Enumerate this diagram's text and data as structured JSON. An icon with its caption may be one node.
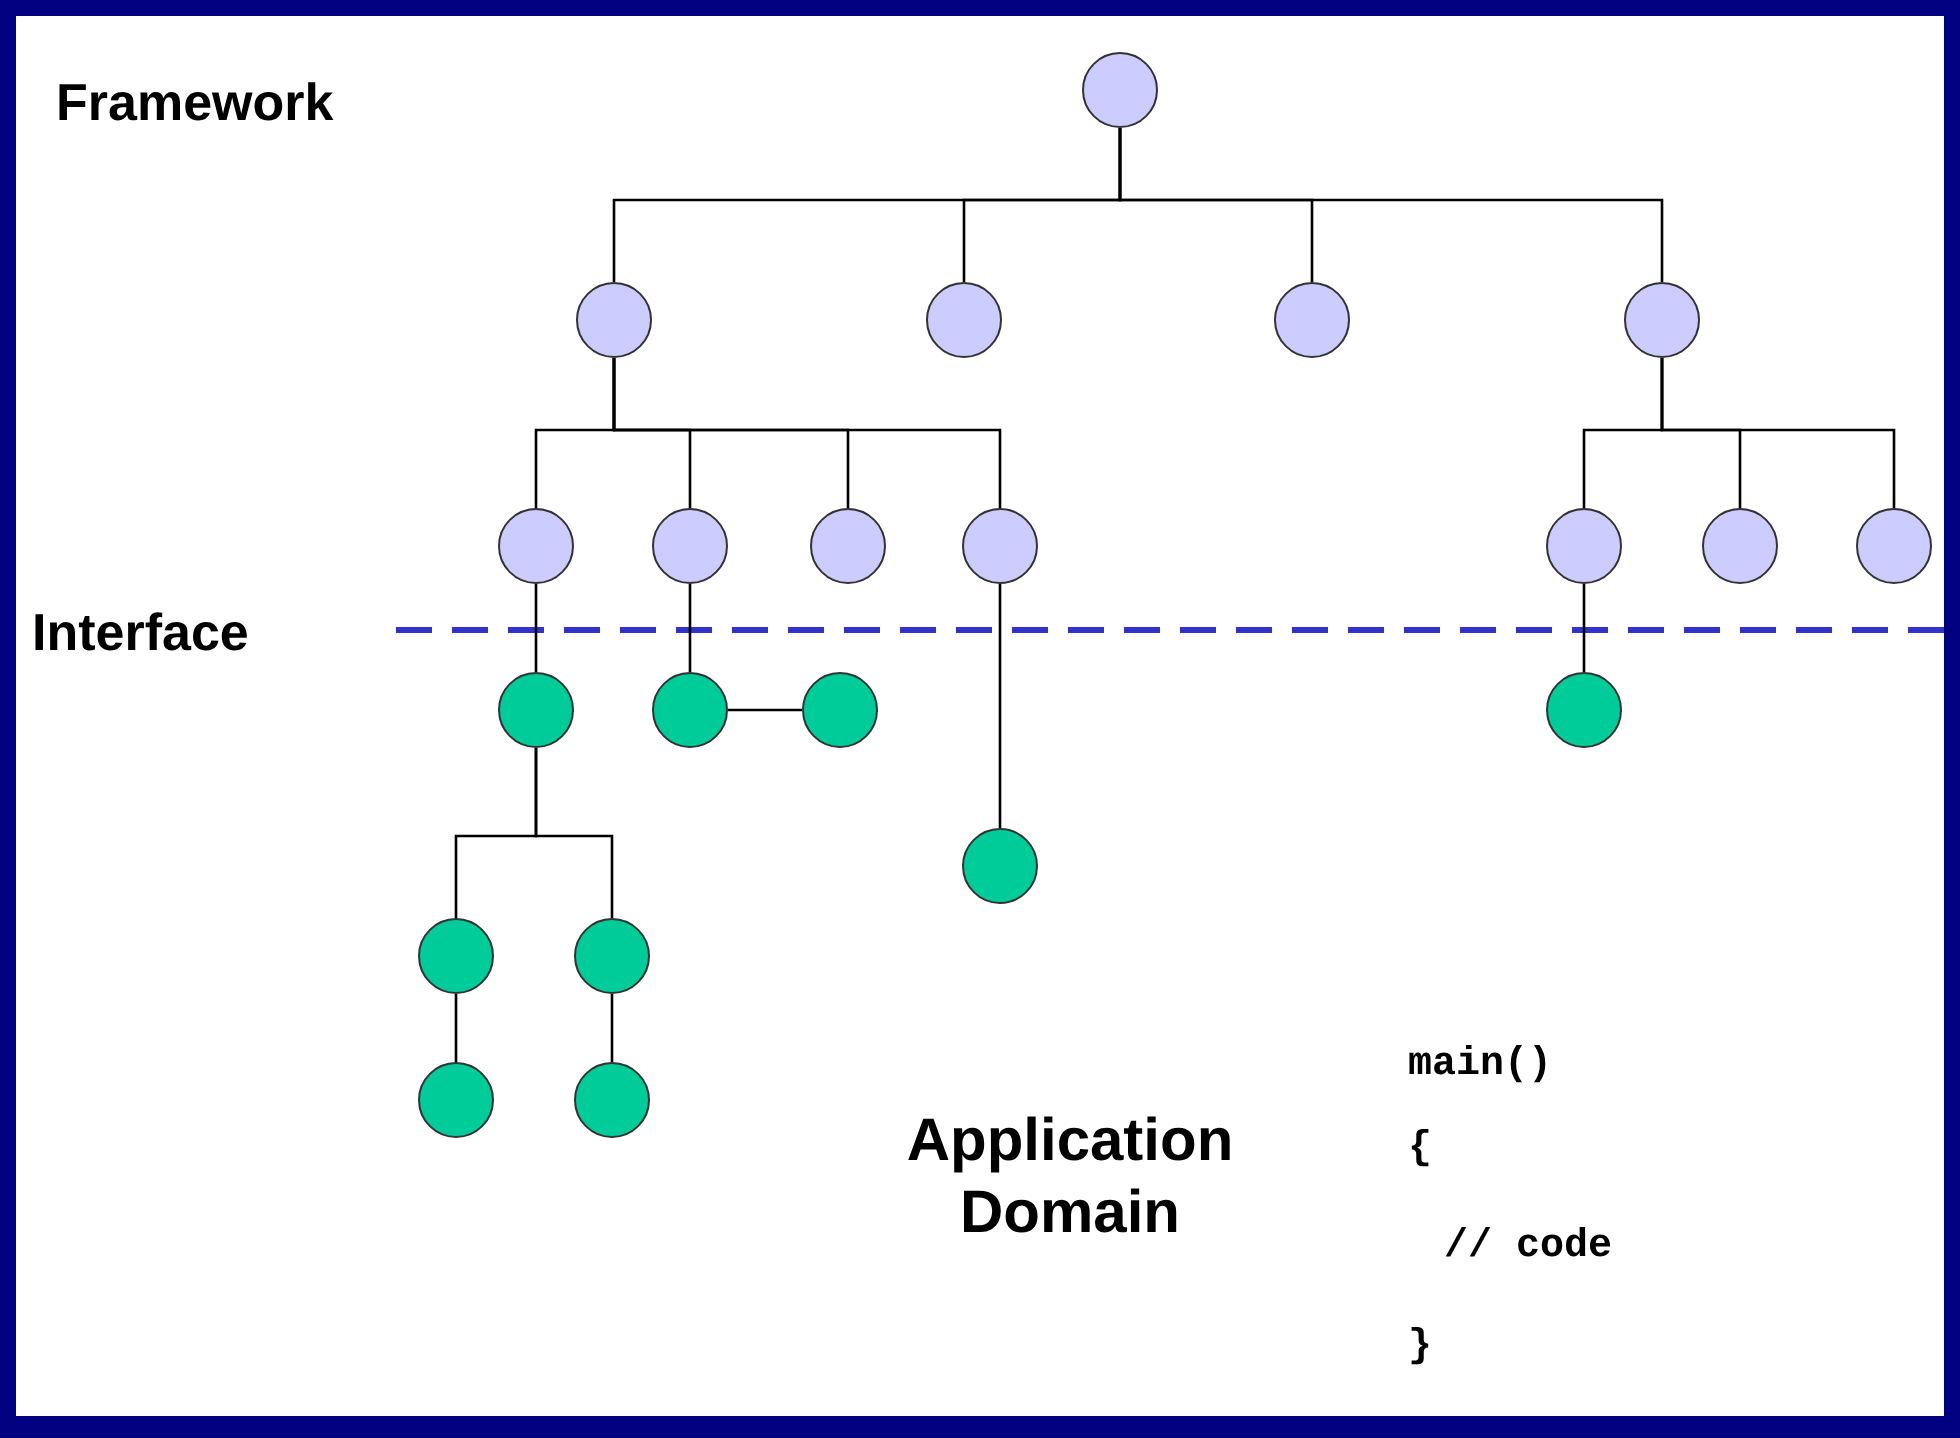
{
  "diagram": {
    "nodes": [
      {
        "text": [],
        "shape": "circle"
      },
      {
        "text": [],
        "shape": "circle"
      },
      {
        "text": [],
        "shape": "circle"
      },
      {
        "text": [],
        "shape": "circle"
      },
      {
        "text": [],
        "shape": "circle"
      },
      {
        "text": [],
        "shape": "circle"
      },
      {
        "text": [],
        "shape": "circle"
      },
      {
        "text": [],
        "shape": "circle"
      },
      {
        "text": [],
        "shape": "circle"
      },
      {
        "text": [],
        "shape": "circle"
      },
      {
        "text": [],
        "shape": "circle"
      },
      {
        "text": [],
        "shape": "circle"
      },
      {
        "text": [],
        "shape": "circle"
      },
      {
        "text": [],
        "shape": "circle"
      },
      {
        "text": [],
        "shape": "circle"
      },
      {
        "text": [],
        "shape": "circle"
      },
      {
        "text": [],
        "shape": "circle"
      },
      {
        "text": [],
        "shape": "circle"
      },
      {
        "text": [],
        "shape": "circle"
      },
      {
        "text": [],
        "shape": "circle"
      },
      {
        "text": [],
        "shape": "circle"
      }
    ],
    "edges": [
      {
        "from": 0,
        "to": 1,
        "arrow": "none"
      },
      {
        "from": 0,
        "to": 2,
        "arrow": "none"
      },
      {
        "from": 0,
        "to": 3,
        "arrow": "none"
      },
      {
        "from": 0,
        "to": 4,
        "arrow": "none"
      },
      {
        "from": 1,
        "to": 5,
        "arrow": "none"
      },
      {
        "from": 1,
        "to": 6,
        "arrow": "none"
      },
      {
        "from": 1,
        "to": 7,
        "arrow": "none"
      },
      {
        "from": 1,
        "to": 8,
        "arrow": "none"
      },
      {
        "from": 4,
        "to": 9,
        "arrow": "none"
      },
      {
        "from": 4,
        "to": 10,
        "arrow": "none"
      },
      {
        "from": 4,
        "to": 11,
        "arrow": "none"
      },
      {
        "from": 5,
        "to": 12,
        "arrow": "none"
      },
      {
        "from": 6,
        "to": 13,
        "arrow": "none"
      },
      {
        "from": 13,
        "to": 14,
        "arrow": "none"
      },
      {
        "from": 8,
        "to": 15,
        "arrow": "none"
      },
      {
        "from": 9,
        "to": 16,
        "arrow": "none"
      },
      {
        "from": 12,
        "to": 17,
        "arrow": "none"
      },
      {
        "from": 12,
        "to": 18,
        "arrow": "none"
      },
      {
        "from": 17,
        "to": 19,
        "arrow": "none"
      },
      {
        "from": 18,
        "to": 20,
        "arrow": "none"
      }
    ],
    "labels": [
      "Framework",
      "Interface",
      "Application Domain",
      "main()",
      "{",
      "// code",
      "}"
    ]
  }
}
